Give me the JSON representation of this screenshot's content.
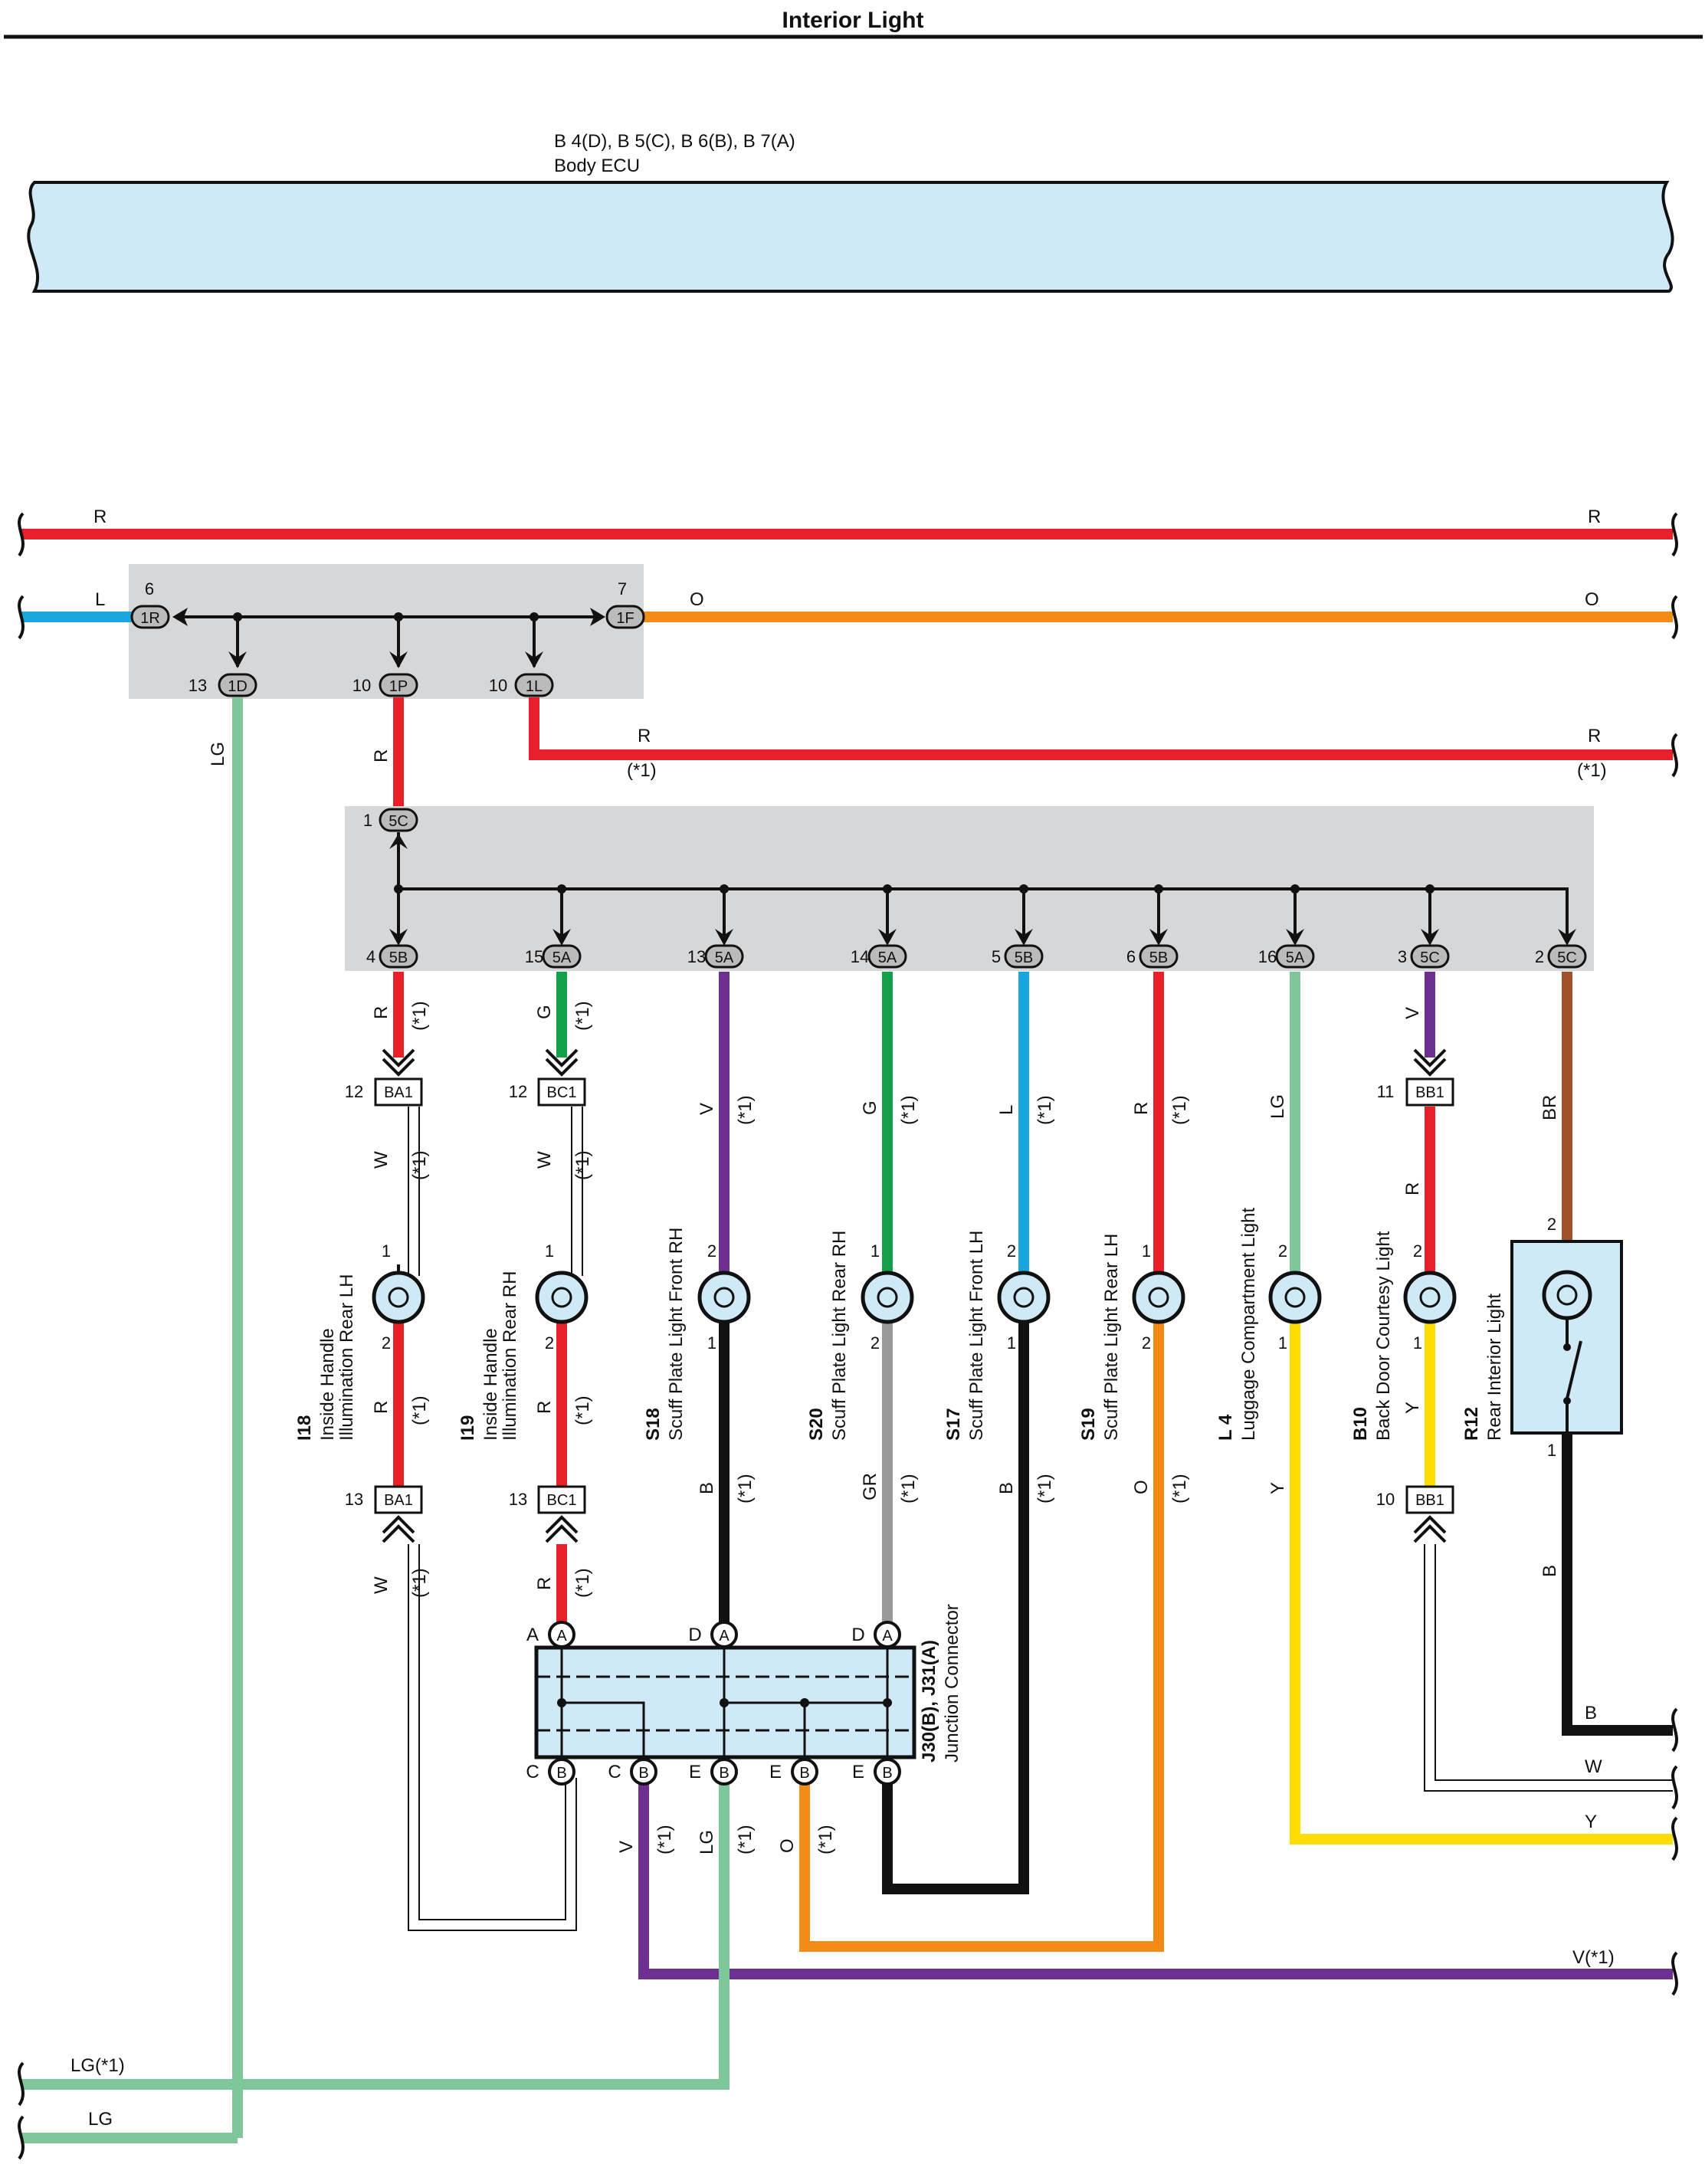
{
  "title": "Interior Light",
  "ecu": {
    "code": "B 4(D), B 5(C), B 6(B), B 7(A)",
    "name": "Body ECU"
  },
  "colors": {
    "R": "#e8202a",
    "L": "#1aa7e0",
    "O": "#f28c16",
    "LG": "#7fc79a",
    "G": "#14a04a",
    "V": "#6e3090",
    "B": "#111111",
    "BR": "#a0522d",
    "GR": "#999999",
    "Y": "#ffdd00",
    "W": "#ffffff",
    "ecu_fill": "#cfe9f7",
    "junction_fill": "#d6d7d9",
    "bulb_fill": "#cfe9f7"
  },
  "top_wires": {
    "r_left": "R",
    "r_right": "R",
    "l_left": "L",
    "o_mid": "O",
    "o_right": "O"
  },
  "junction1": {
    "pin_1R": "6",
    "conn_1R": "1R",
    "pin_1F": "7",
    "conn_1F": "1F",
    "pin_1D": "13",
    "conn_1D": "1D",
    "pin_1P": "10",
    "conn_1P": "1P",
    "pin_1L": "10",
    "conn_1L": "1L"
  },
  "wire_labels": {
    "lg_down": "LG",
    "r_down": "R",
    "r_1l_mid": "R",
    "r_1l_mid_note": "(*1)",
    "r_1l_right": "R",
    "r_1l_right_note": "(*1)"
  },
  "junction2": {
    "pin_5C_top": "1",
    "conn_5C_top": "5C",
    "drops": [
      {
        "pin": "4",
        "conn": "5B"
      },
      {
        "pin": "15",
        "conn": "5A"
      },
      {
        "pin": "13",
        "conn": "5A"
      },
      {
        "pin": "14",
        "conn": "5A"
      },
      {
        "pin": "5",
        "conn": "5B"
      },
      {
        "pin": "6",
        "conn": "5B"
      },
      {
        "pin": "16",
        "conn": "5A"
      },
      {
        "pin": "3",
        "conn": "5C"
      },
      {
        "pin": "2",
        "conn": "5C"
      }
    ]
  },
  "branch_labels": {
    "b1_top": "R",
    "b1_top_note": "(*1)",
    "b2_top": "G",
    "b2_top_note": "(*1)",
    "b3_top": "V",
    "b3_top_note": "(*1)",
    "b4_top": "G",
    "b4_top_note": "(*1)",
    "b5_top": "L",
    "b5_top_note": "(*1)",
    "b6_top": "R",
    "b6_top_note": "(*1)",
    "b7_top": "LG",
    "b8_top": "V",
    "b9_top": "BR",
    "b1_w": "W",
    "b1_w_note": "(*1)",
    "b2_w": "W",
    "b2_w_note": "(*1)",
    "b8_r": "R",
    "b1_mid": "R",
    "b1_mid_note": "(*1)",
    "b2_mid": "R",
    "b2_mid_note": "(*1)",
    "b3_bot": "B",
    "b3_bot_note": "(*1)",
    "b4_bot": "GR",
    "b4_bot_note": "(*1)",
    "b5_bot": "B",
    "b5_bot_note": "(*1)",
    "b6_bot": "O",
    "b6_bot_note": "(*1)",
    "b7_bot": "Y",
    "b8_bot": "Y",
    "b9_bot": "B",
    "b1_low": "W",
    "b1_low_note": "(*1)",
    "b2_low": "R",
    "b2_low_note": "(*1)"
  },
  "inline_connectors": {
    "ba1_top_pin": "12",
    "ba1_top": "BA1",
    "bc1_top_pin": "12",
    "bc1_top": "BC1",
    "bb1_top_pin": "11",
    "bb1_top": "BB1",
    "ba1_bot_pin": "13",
    "ba1_bot": "BA1",
    "bc1_bot_pin": "13",
    "bc1_bot": "BC1",
    "bb1_bot_pin": "10",
    "bb1_bot": "BB1"
  },
  "lights": [
    {
      "code": "I18",
      "name1": "Inside Handle",
      "name2": "Illumination Rear LH",
      "pin_top": "1",
      "pin_bot": "2"
    },
    {
      "code": "I19",
      "name1": "Inside Handle",
      "name2": "Illumination Rear RH",
      "pin_top": "1",
      "pin_bot": "2"
    },
    {
      "code": "S18",
      "name1": "Scuff Plate Light Front RH",
      "pin_top": "2",
      "pin_bot": "1"
    },
    {
      "code": "S20",
      "name1": "Scuff Plate Light Rear RH",
      "pin_top": "1",
      "pin_bot": "2"
    },
    {
      "code": "S17",
      "name1": "Scuff Plate Light Front LH",
      "pin_top": "2",
      "pin_bot": "1"
    },
    {
      "code": "S19",
      "name1": "Scuff Plate Light Rear LH",
      "pin_top": "1",
      "pin_bot": "2"
    },
    {
      "code": "L 4",
      "name1": "Luggage Compartment Light",
      "pin_top": "2",
      "pin_bot": "1"
    },
    {
      "code": "B10",
      "name1": "Back Door Courtesy Light",
      "pin_top": "2",
      "pin_bot": "1"
    },
    {
      "code": "R12",
      "name1": "Rear Interior Light",
      "pin_top": "2",
      "pin_bot": "1"
    }
  ],
  "junction_connector": {
    "code": "J30(B), J31(A)",
    "name": "Junction Connector",
    "top_pins": [
      {
        "letter": "A",
        "conn": "A"
      },
      {
        "letter": "D",
        "conn": "A"
      },
      {
        "letter": "D",
        "conn": "A"
      }
    ],
    "bottom_pins": [
      {
        "letter": "C",
        "conn": "B"
      },
      {
        "letter": "C",
        "conn": "B"
      },
      {
        "letter": "E",
        "conn": "B"
      },
      {
        "letter": "E",
        "conn": "B"
      },
      {
        "letter": "E",
        "conn": "B"
      }
    ]
  },
  "jc_bottom_labels": {
    "v": "V",
    "v_note": "(*1)",
    "lg": "LG",
    "lg_note": "(*1)",
    "o": "O",
    "o_note": "(*1)"
  },
  "right_outputs": {
    "b": "B",
    "w": "W",
    "y": "Y",
    "v": "V(*1)"
  },
  "left_outputs": {
    "lg1": "LG(*1)",
    "lg": "LG"
  }
}
